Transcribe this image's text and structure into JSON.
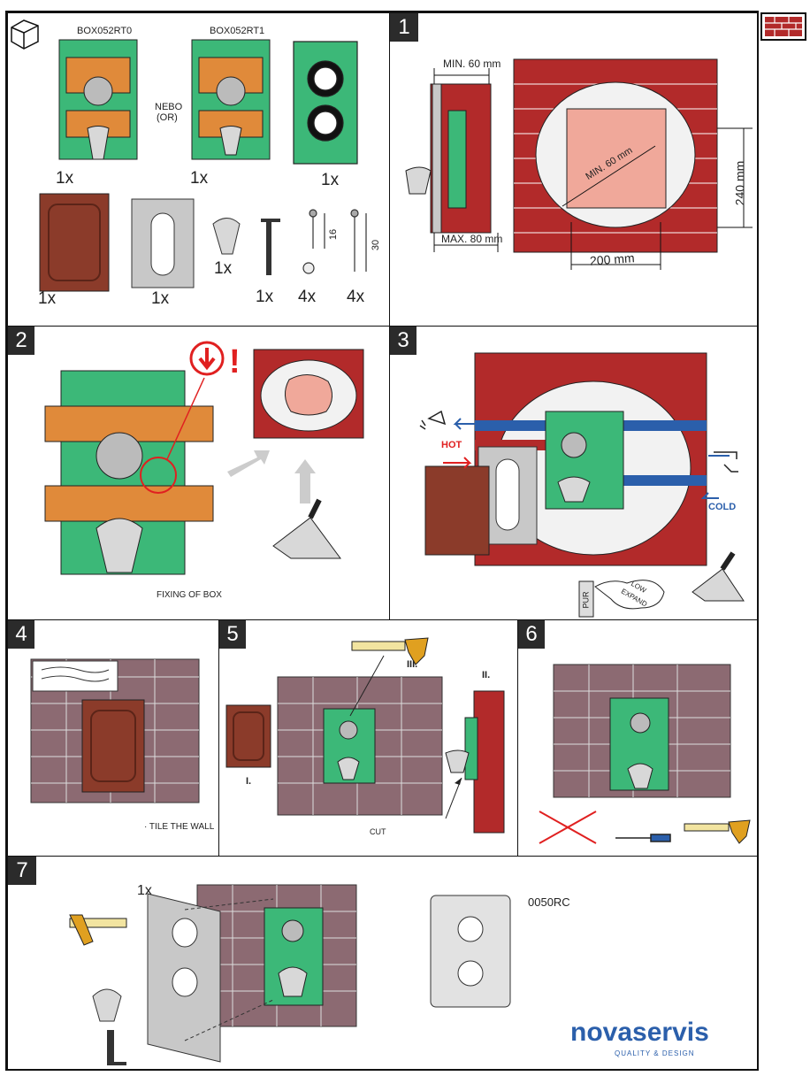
{
  "panel0": {
    "models": [
      "BOX052RT0",
      "BOX052RT1"
    ],
    "or_label": [
      "NEBO",
      "(OR)"
    ],
    "quantities": [
      "1x",
      "1x",
      "1x",
      "1x",
      "1x",
      "1x",
      "1x",
      "4x",
      "4x"
    ],
    "screw_lengths": [
      "16",
      "30"
    ]
  },
  "panel1": {
    "number": "1",
    "min_depth": "MIN. 60 mm",
    "max_depth": "MAX. 80 mm",
    "min_diag": "MIN. 60 mm",
    "height": "240 mm",
    "width": "200 mm"
  },
  "panel2": {
    "number": "2",
    "caption": "FIXING OF BOX"
  },
  "panel3": {
    "number": "3",
    "hot": "HOT",
    "cold": "COLD",
    "pur": "PUR",
    "foam": [
      "LOW",
      "EXPAND"
    ]
  },
  "panel4": {
    "number": "4",
    "caption": "· TILE THE WALL"
  },
  "panel5": {
    "number": "5",
    "steps": [
      "I.",
      "II.",
      "III."
    ],
    "cut": "CUT"
  },
  "panel6": {
    "number": "6"
  },
  "panel7": {
    "number": "7",
    "qty": "1x",
    "model": "0050RC"
  },
  "brand": {
    "name": "novaservis",
    "tagline": "QUALITY & DESIGN"
  },
  "colors": {
    "green": "#3cb878",
    "brick": "#b22a2a",
    "brown": "#8b3b2a",
    "tile": "#8c6a72",
    "blue": "#2b5fab"
  }
}
